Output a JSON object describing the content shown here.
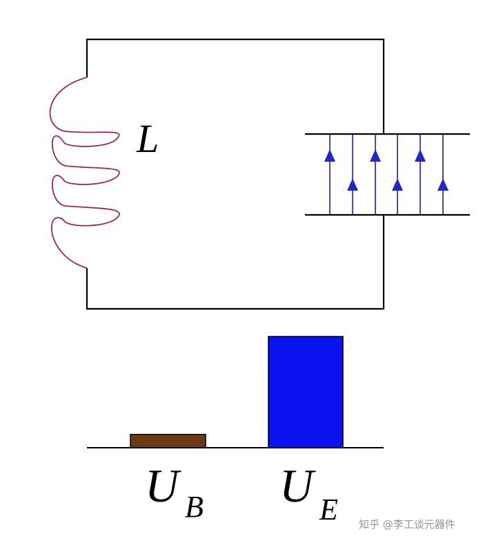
{
  "labels": {
    "inductor": "L",
    "magnetic_energy_main": "U",
    "magnetic_energy_sub": "B",
    "electric_energy_main": "U",
    "electric_energy_sub": "E"
  },
  "energy_bars": {
    "magnetic_level": 0.12,
    "electric_level": 1.0
  },
  "watermark": "知乎 @李工谈元器件",
  "colors": {
    "wire": "#000000",
    "coil": "#a0245a",
    "field": "#1a1aa8",
    "arrow": "#1e28c8",
    "bar_magnetic": "#6b3a12",
    "bar_electric": "#0a12f0"
  },
  "icons": {
    "field_arrow": "up-arrow-icon"
  }
}
